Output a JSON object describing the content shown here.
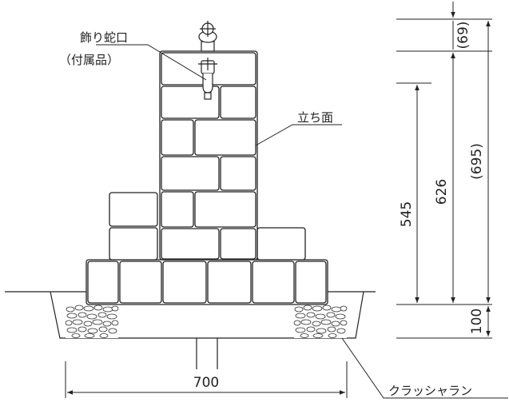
{
  "labels": {
    "faucet_name": "飾り蛇口",
    "faucet_note": "（付属品）",
    "standing_face": "立ち面",
    "crusher_run": "クラッシャラン"
  },
  "dimensions": {
    "width": "700",
    "height_total": "(695)",
    "height_626": "626",
    "height_545": "545",
    "height_faucet": "(69)",
    "depth_base": "100"
  },
  "colors": {
    "stroke": "#222222",
    "fill": "#ffffff"
  }
}
